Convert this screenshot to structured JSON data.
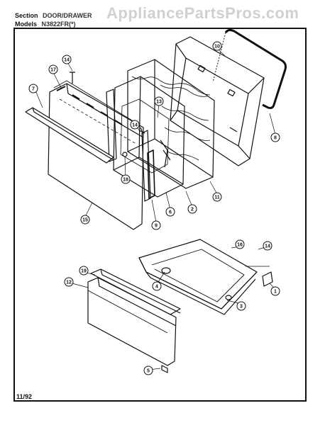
{
  "header": {
    "section_label": "Section",
    "section_value": "DOOR/DRAWER",
    "models_label": "Models",
    "models_value": "N3822FR(*)"
  },
  "watermark": "AppliancePartsPros.com",
  "footer": {
    "date": "11/92"
  },
  "callouts": [
    "14",
    "17",
    "7",
    "10",
    "13",
    "14",
    "18",
    "15",
    "9",
    "6",
    "2",
    "11",
    "8",
    "16",
    "14",
    "19",
    "12",
    "4",
    "3",
    "1",
    "5"
  ]
}
